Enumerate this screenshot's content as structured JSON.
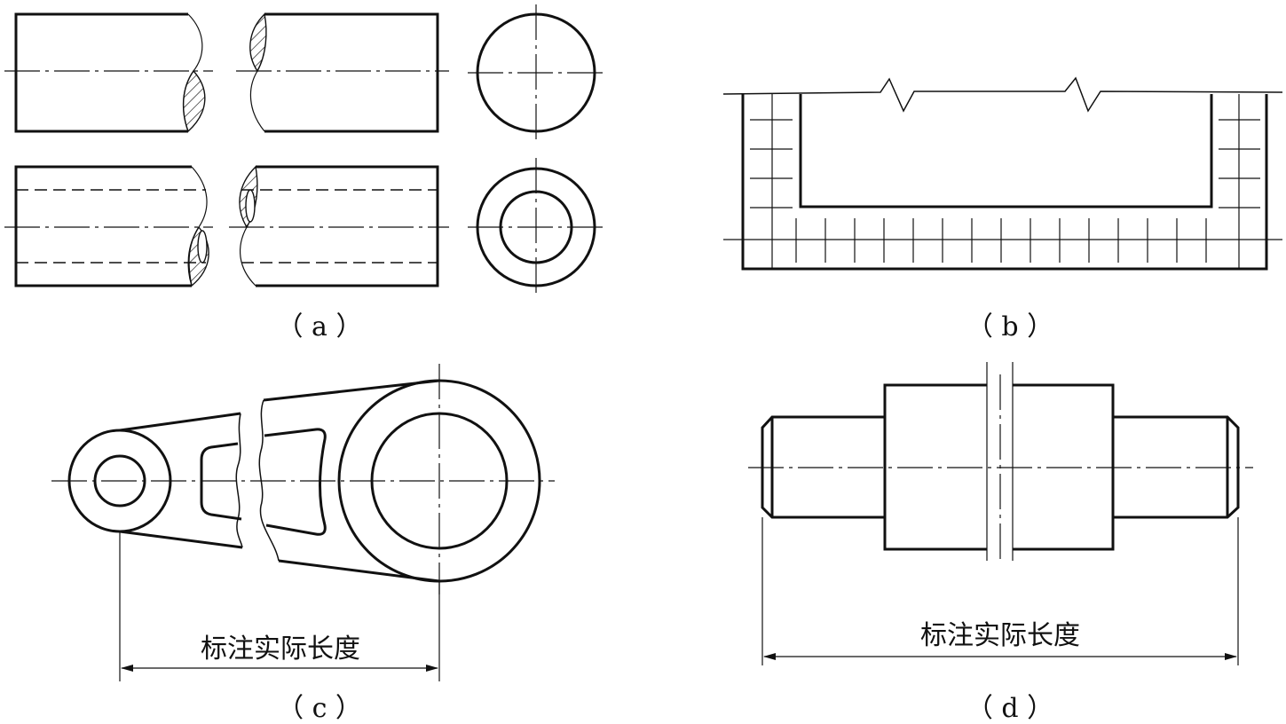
{
  "captions": {
    "a": "（ a ）",
    "b": "（ b ）",
    "c": "（ c ）",
    "d": "（ d ）"
  },
  "dimensions": {
    "c_label": "标注实际长度",
    "d_label": "标注实际长度"
  }
}
